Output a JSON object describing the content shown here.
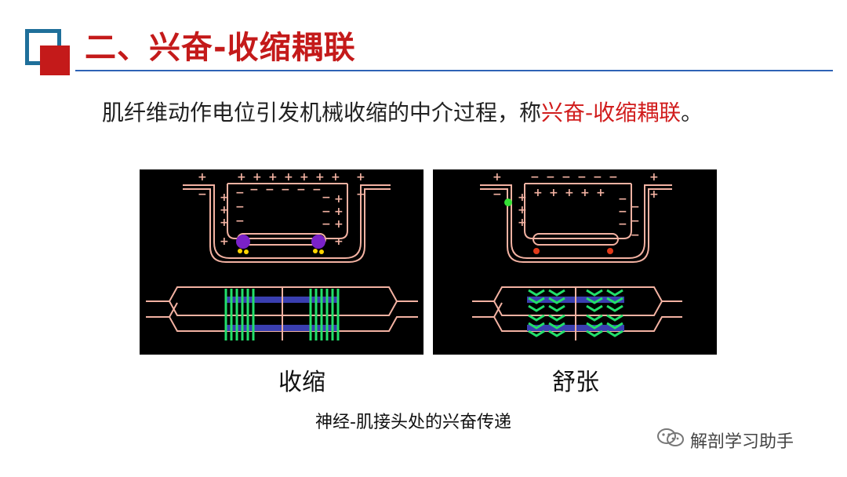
{
  "header": {
    "title": "二、兴奋-收缩耦联"
  },
  "lead": {
    "prefix": "肌纤维动作电位引发机械收缩的中介过程，称",
    "highlight": "兴奋-收缩耦联",
    "suffix": "。"
  },
  "figure": {
    "left_caption": "收缩",
    "right_caption": "舒张",
    "subcaption": "神经-肌接头处的兴奋传递"
  },
  "watermark": {
    "text": "解剖学习助手",
    "icon": "wechat-icon"
  },
  "colors": {
    "title_red": "#c41a1a",
    "rule_blue": "#2e63b5",
    "membrane": "#f3b2a2",
    "filament_green": "#22e06a",
    "myosin_blue": "#3a3fb0",
    "calcium_purple": "#7a22c8",
    "calcium_yellow": "#ffd400",
    "marker_green": "#35e035",
    "marker_red": "#e23a1a"
  }
}
